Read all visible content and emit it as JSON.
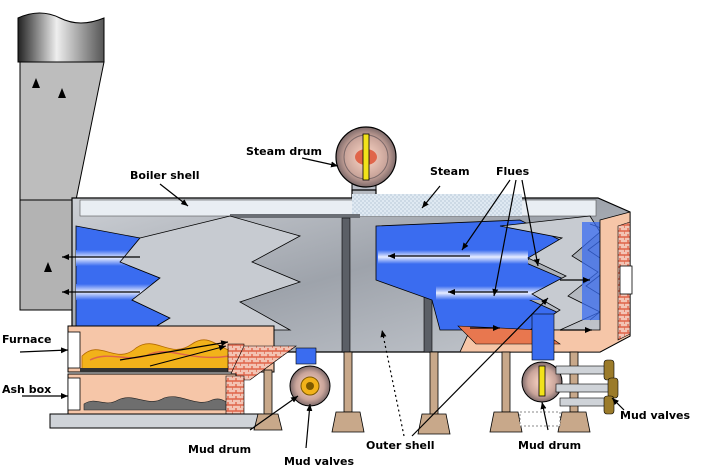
{
  "diagram": {
    "labels": {
      "steam_drum": "Steam drum",
      "boiler_shell": "Boiler shell",
      "steam": "Steam",
      "flues": "Flues",
      "furnace": "Furnace",
      "ash_box": "Ash box",
      "mud_drum_left": "Mud drum",
      "mud_valves_left": "Mud valves",
      "outer_shell": "Outer shell",
      "mud_drum_right": "Mud drum",
      "mud_valves_right": "Mud valves"
    },
    "colors": {
      "steel": "#b8bcc4",
      "flue_blue": "#3a6cf0",
      "brick": "#e0654a",
      "firebox": "#f6c6a8",
      "flame": "#f2b21a",
      "leg": "#c8a88a",
      "steam": "#dfe9f2"
    }
  }
}
